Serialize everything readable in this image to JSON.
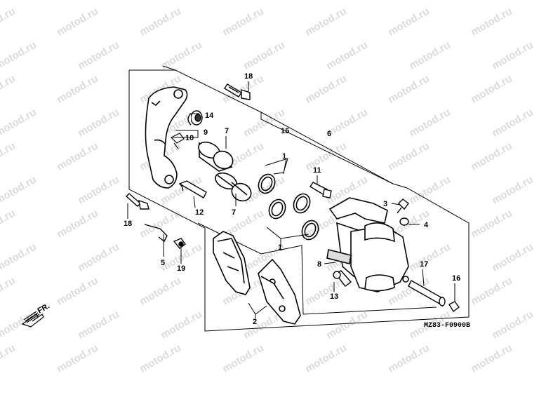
{
  "watermark": {
    "text": "motod.ru",
    "color": "#c9c9c9"
  },
  "diagram_code": "MZ83-F0900B",
  "direction_label": "FR.",
  "callouts": {
    "c1a": "1",
    "c1b": "1",
    "c2": "2",
    "c3": "3",
    "c4": "4",
    "c5": "5",
    "c6": "6",
    "c7a": "7",
    "c7b": "7",
    "c8": "8",
    "c9": "9",
    "c10": "10",
    "c11": "11",
    "c12": "12",
    "c13": "13",
    "c14": "14",
    "c15": "15",
    "c16": "16",
    "c17": "17",
    "c18a": "18",
    "c18b": "18",
    "c19": "19"
  }
}
